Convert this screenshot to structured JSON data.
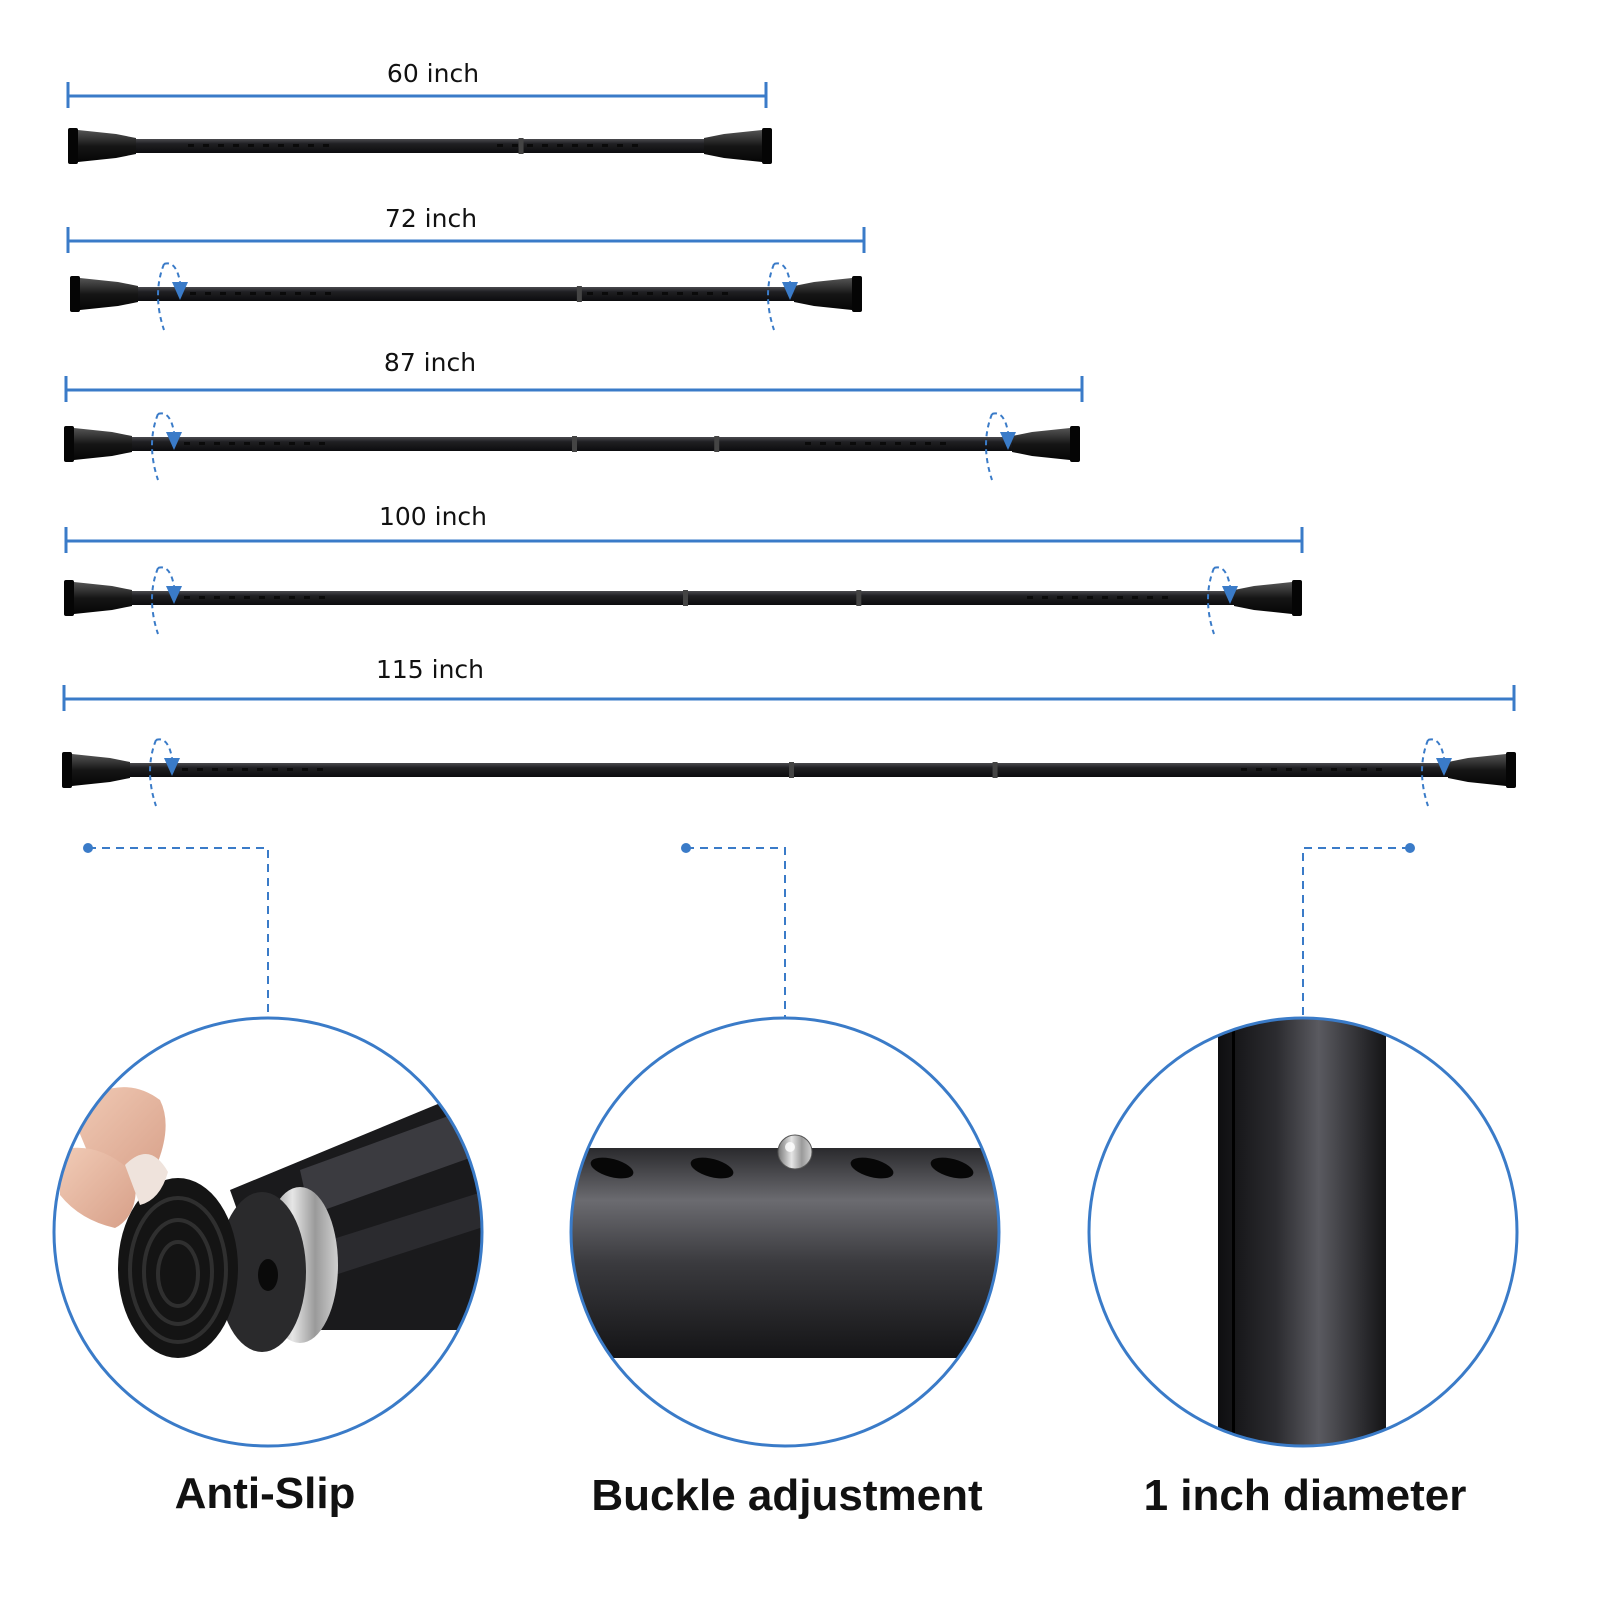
{
  "colors": {
    "accent": "#3a7bc8",
    "rod": "#1c1c1e",
    "background": "#ffffff"
  },
  "rods": [
    {
      "label": "60 inch",
      "adjust_arrows": false
    },
    {
      "label": "72 inch",
      "adjust_arrows": true
    },
    {
      "label": "87 inch",
      "adjust_arrows": true
    },
    {
      "label": "100 inch",
      "adjust_arrows": true
    },
    {
      "label": "115 inch",
      "adjust_arrows": true
    }
  ],
  "features": [
    {
      "label": "Anti-Slip",
      "icon": "rubber-end-cap-closeup"
    },
    {
      "label": "Buckle adjustment",
      "icon": "buckle-holes-closeup"
    },
    {
      "label": "1 inch diameter",
      "icon": "rod-tube-closeup"
    }
  ]
}
